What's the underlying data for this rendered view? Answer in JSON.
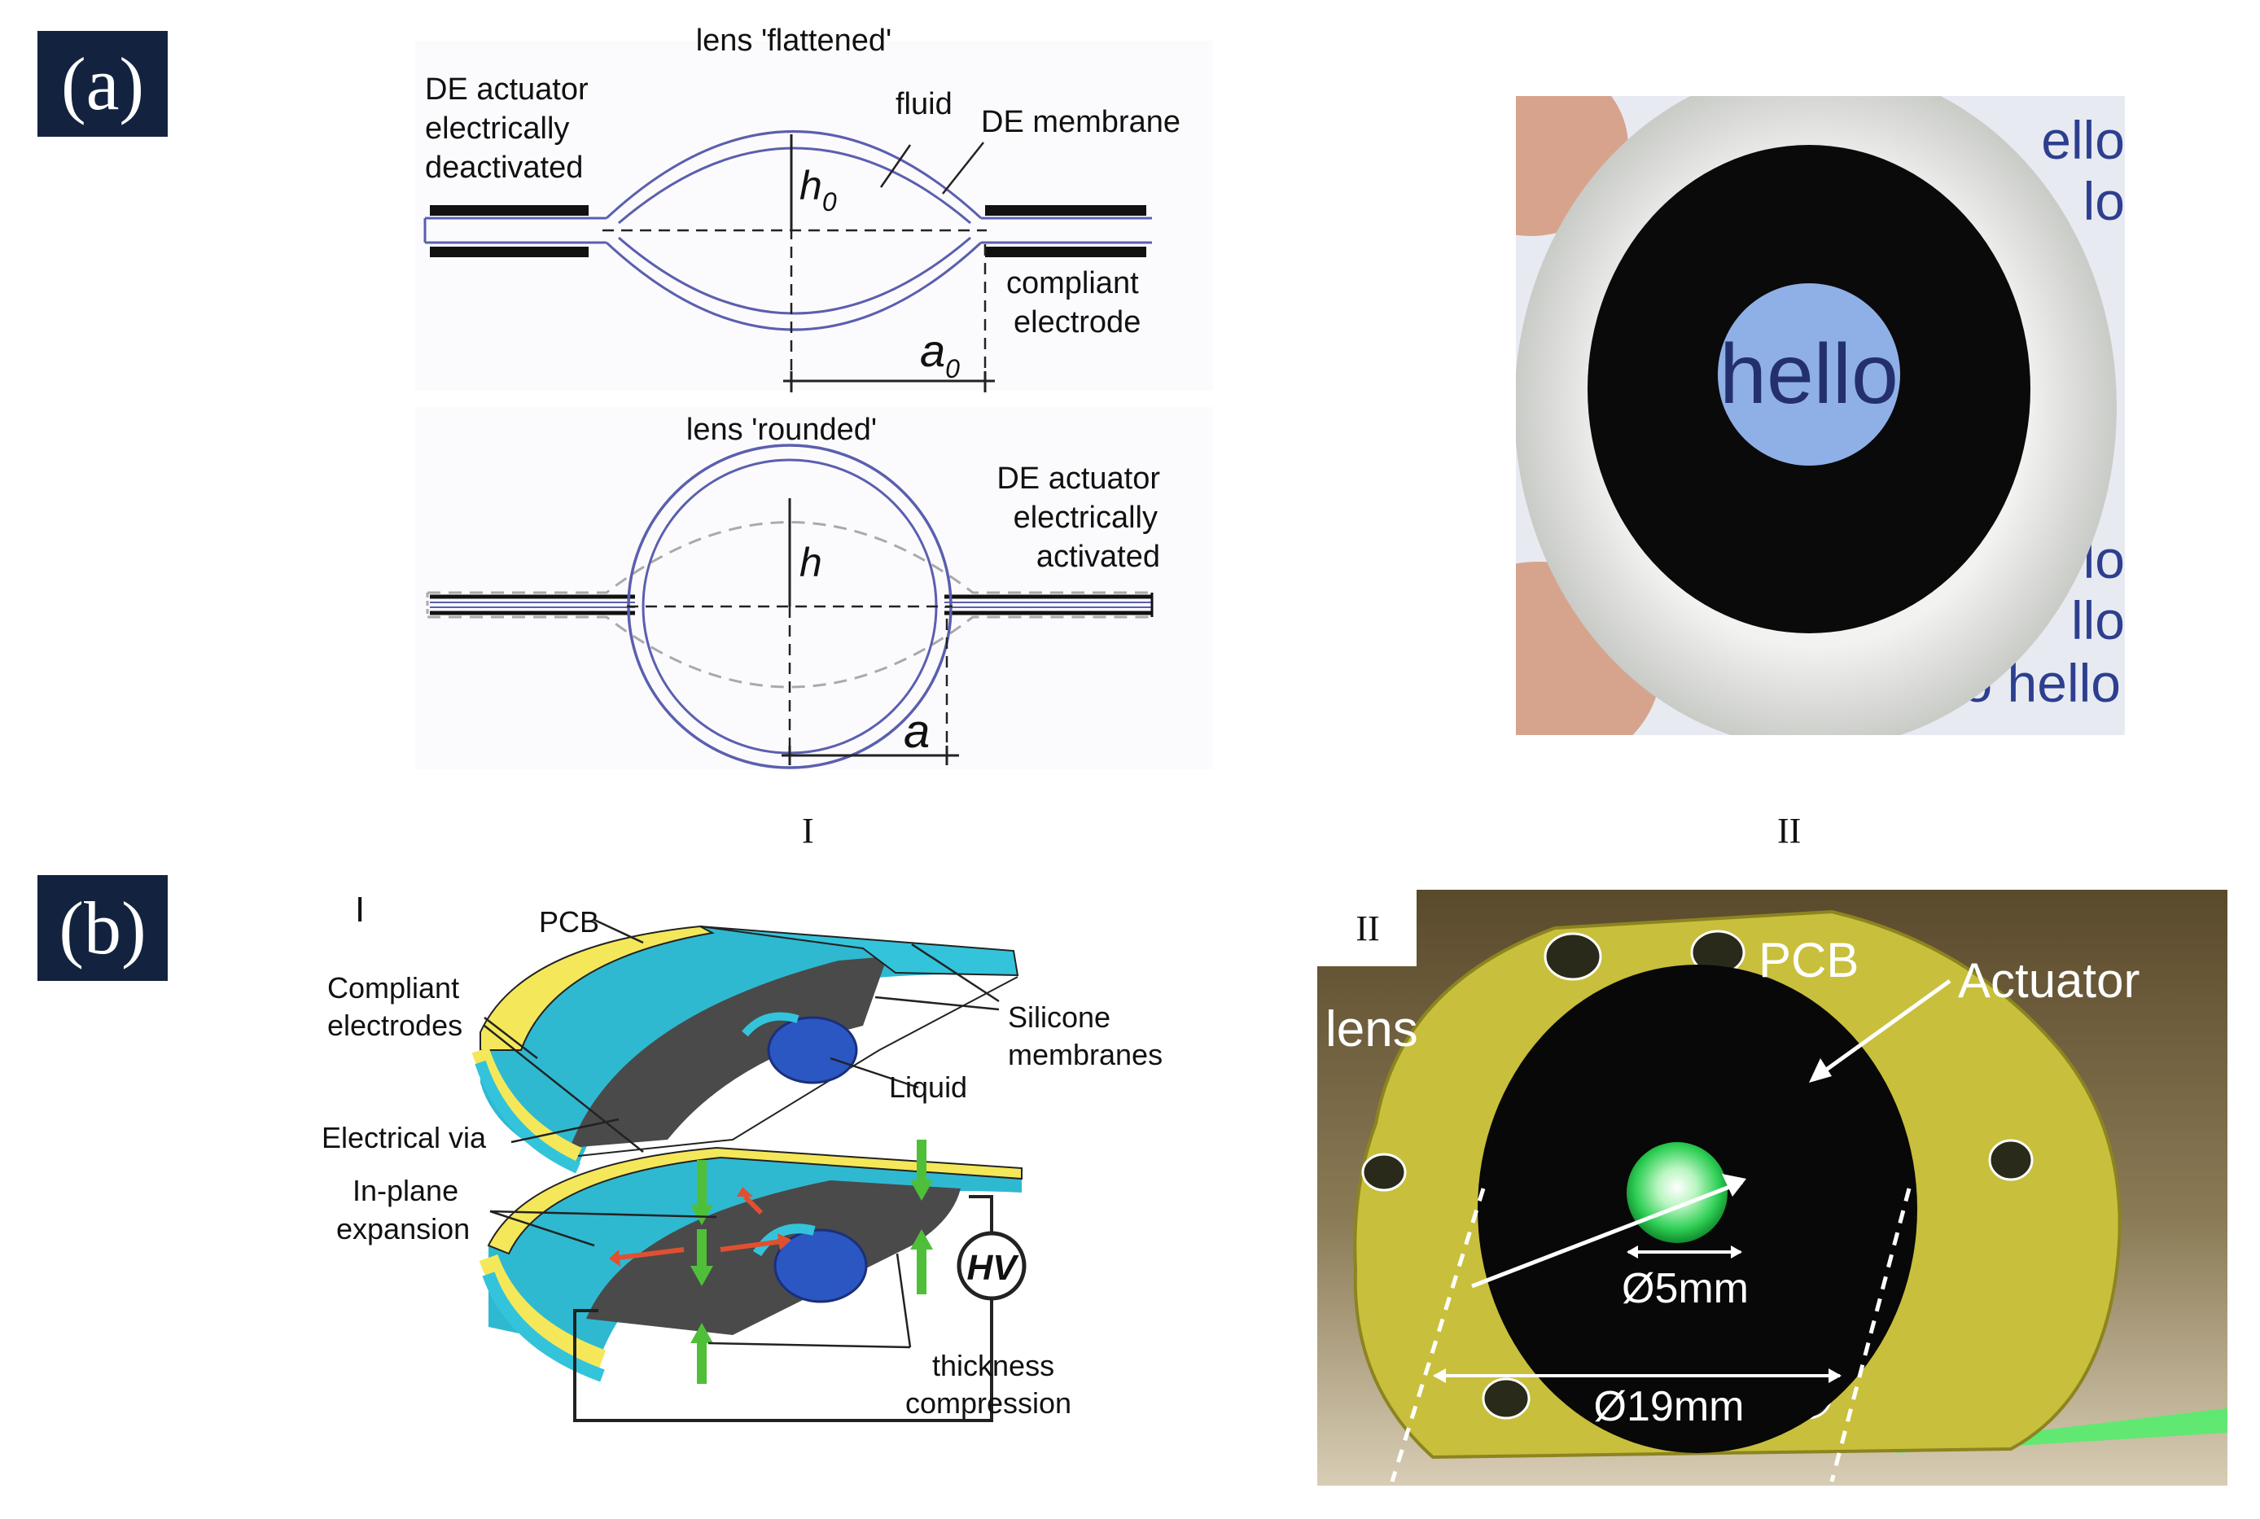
{
  "panel_a": {
    "tag": "(a)",
    "top": {
      "title": "lens 'flattened'",
      "actuator_line1": "DE actuator",
      "actuator_line2": "electrically",
      "actuator_line3": "deactivated",
      "fluid": "fluid",
      "membrane": "DE membrane",
      "electrode_line1": "compliant",
      "electrode_line2": "electrode",
      "h0_base": "h",
      "h0_sub": "0",
      "a0_base": "a",
      "a0_sub": "0"
    },
    "bottom": {
      "title": "lens 'rounded'",
      "actuator_line1": "DE actuator",
      "actuator_line2": "electrically",
      "actuator_line3": "activated",
      "h": "h",
      "a": "a"
    },
    "photo": {
      "word": "hello",
      "bg_words": [
        "ello",
        "lo",
        "lo",
        "llo",
        "o hello"
      ]
    }
  },
  "numerals": {
    "top_I": "I",
    "top_II": "II"
  },
  "panel_b": {
    "tag": "(b)",
    "diagram": {
      "numeral": "I",
      "pcb": "PCB",
      "compliant_line1": "Compliant",
      "compliant_line2": "electrodes",
      "silicone_line1": "Silicone",
      "silicone_line2": "membranes",
      "liquid": "Liquid",
      "via": "Electrical via",
      "inplane_line1": "In-plane",
      "inplane_line2": "expansion",
      "hv": "HV",
      "thickness_line1": "thickness",
      "thickness_line2": "compression"
    },
    "photo": {
      "numeral": "II",
      "pcb": "PCB",
      "actuator": "Actuator",
      "lens": "lens",
      "d5": "Ø5mm",
      "d19": "Ø19mm"
    }
  },
  "colors": {
    "tag_bg": "#13233f",
    "membrane_line": "#5b5fae",
    "pcb_yellow": "#f4e85a",
    "silicone_cyan": "#33c4db",
    "electrode_gray": "#4a4a4a",
    "liquid_blue": "#2b57c2",
    "arrow_green": "#4fbf3a",
    "arrow_red": "#e05030"
  }
}
